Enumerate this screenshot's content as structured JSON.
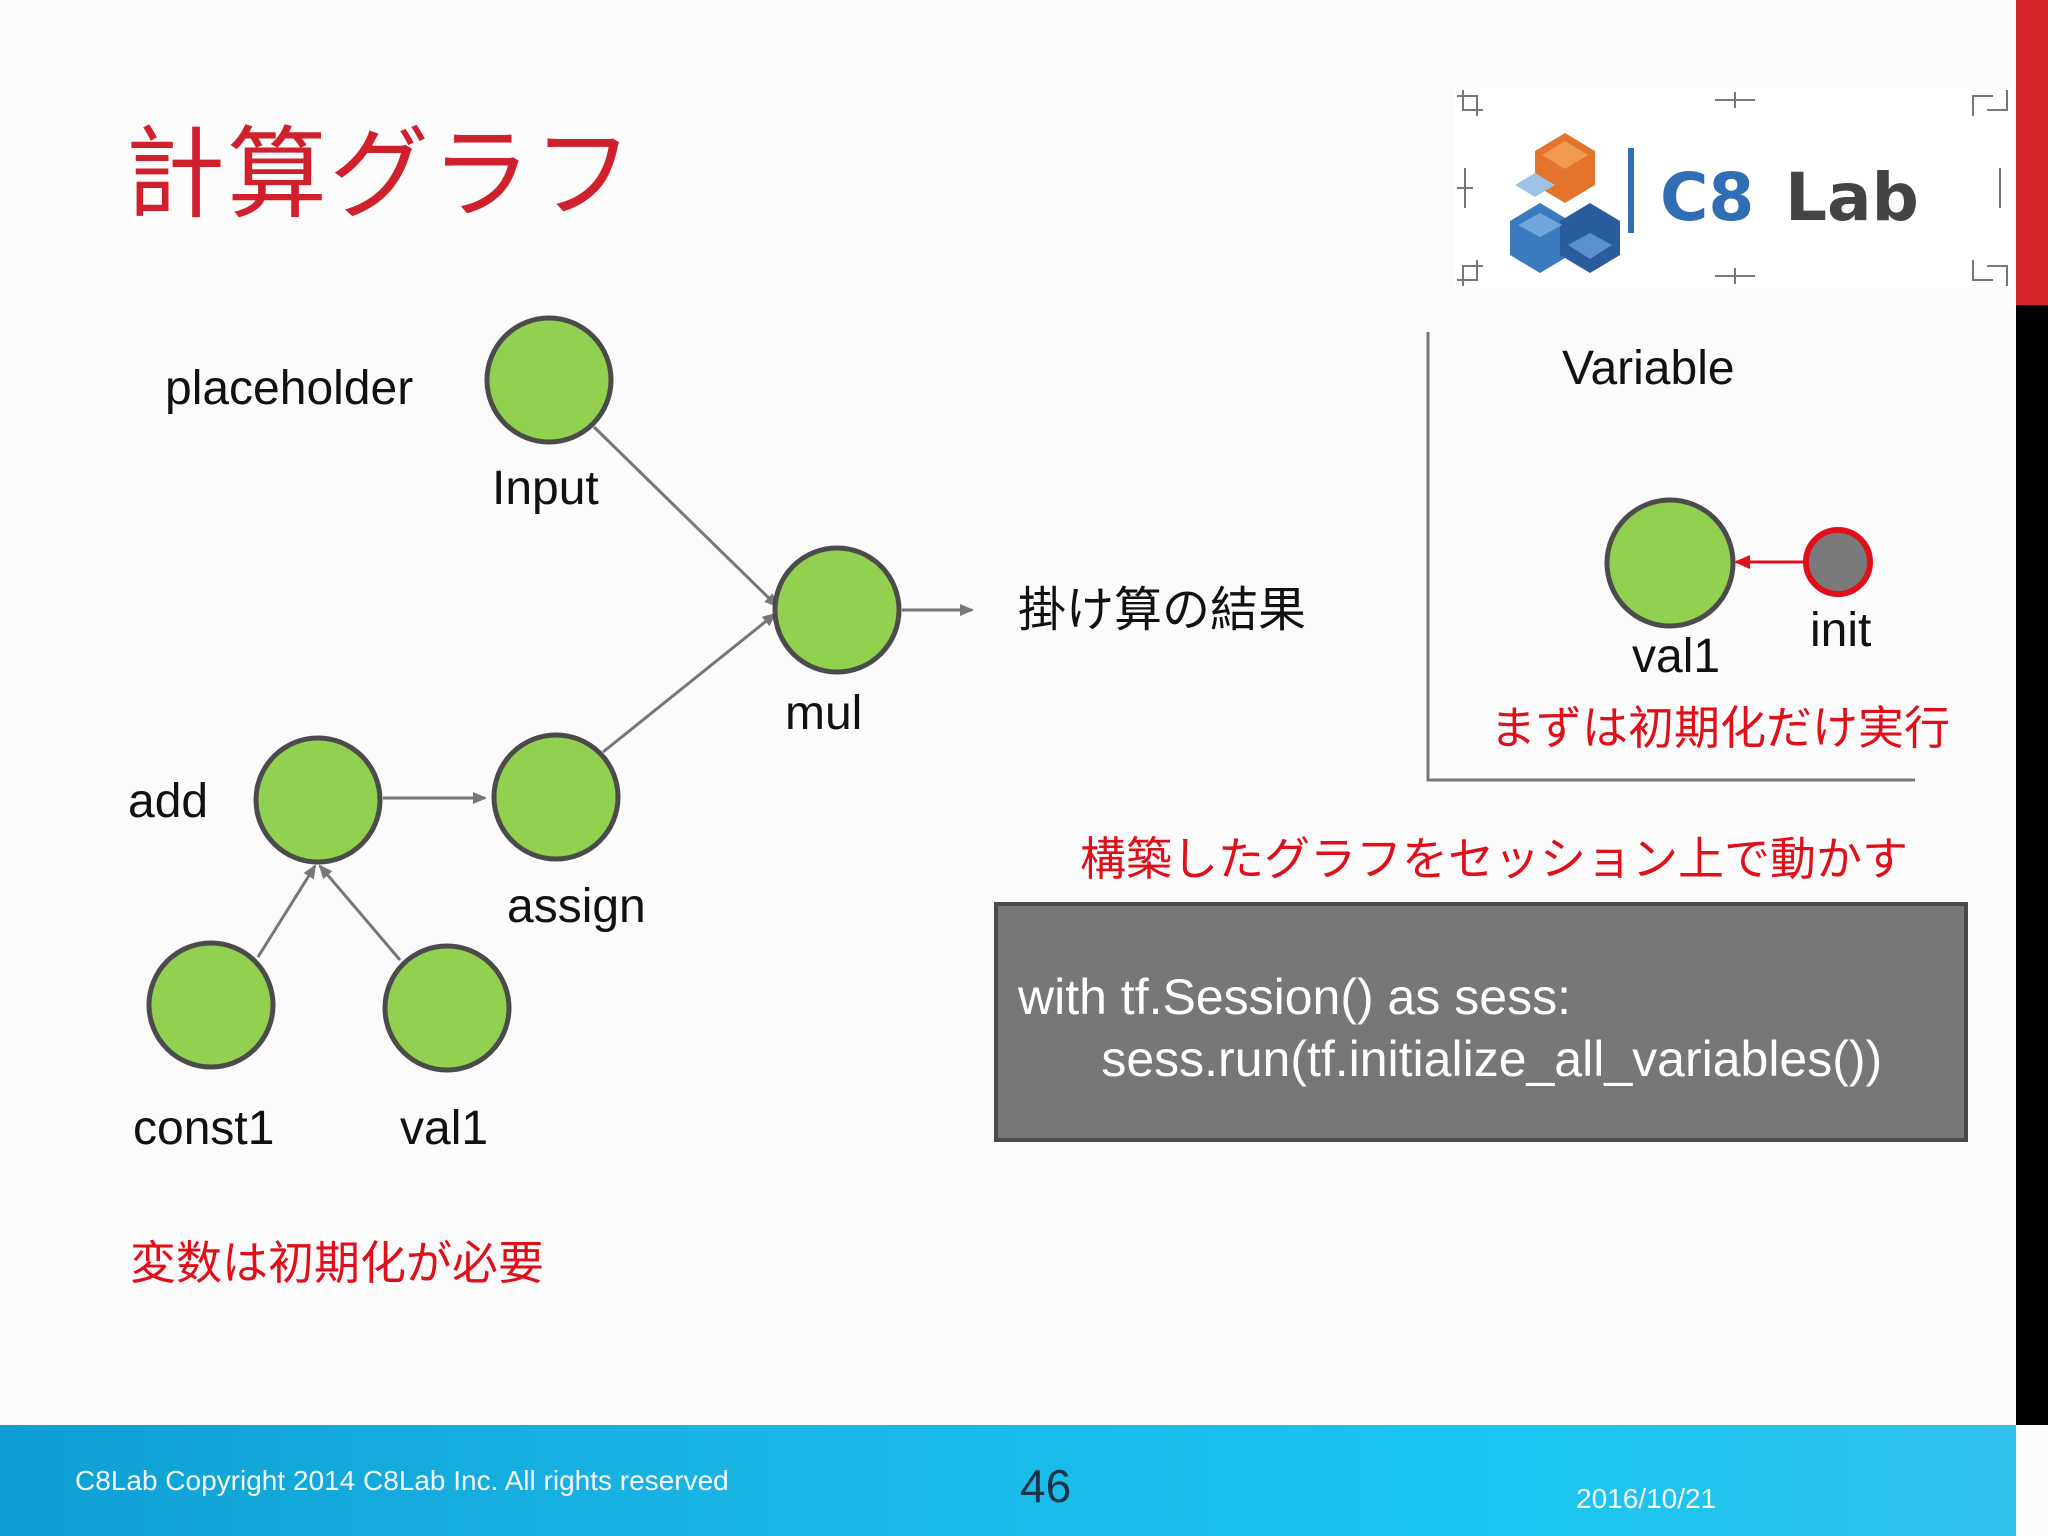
{
  "slide": {
    "title": "計算グラフ",
    "page_number": "46",
    "date": "2016/10/21",
    "copyright": "C8Lab Copyright 2014 C8Lab  Inc. All rights reserved"
  },
  "logo": {
    "text": "C8 Lab"
  },
  "graph": {
    "nodes": {
      "placeholder_label": "placeholder",
      "input": "Input",
      "mul": "mul",
      "mul_output": "掛け算の結果",
      "add": "add",
      "assign": "assign",
      "const1": "const1",
      "val1": "val1"
    },
    "note": "変数は初期化が必要"
  },
  "variable_panel": {
    "title": "Variable",
    "val1": "val1",
    "init": "init",
    "note": "まずは初期化だけ実行"
  },
  "session": {
    "caption": "構築したグラフをセッション上で動かす",
    "code_line1": "with tf.Session() as sess:",
    "code_line2": "      sess.run(tf.initialize_all_variables())"
  },
  "colors": {
    "node_fill": "#92d050",
    "node_stroke": "#4b4b4b",
    "init_fill": "#7a7a7a",
    "init_stroke": "#e0101a",
    "title_red": "#d0202c",
    "accent_red": "#e0101a"
  }
}
